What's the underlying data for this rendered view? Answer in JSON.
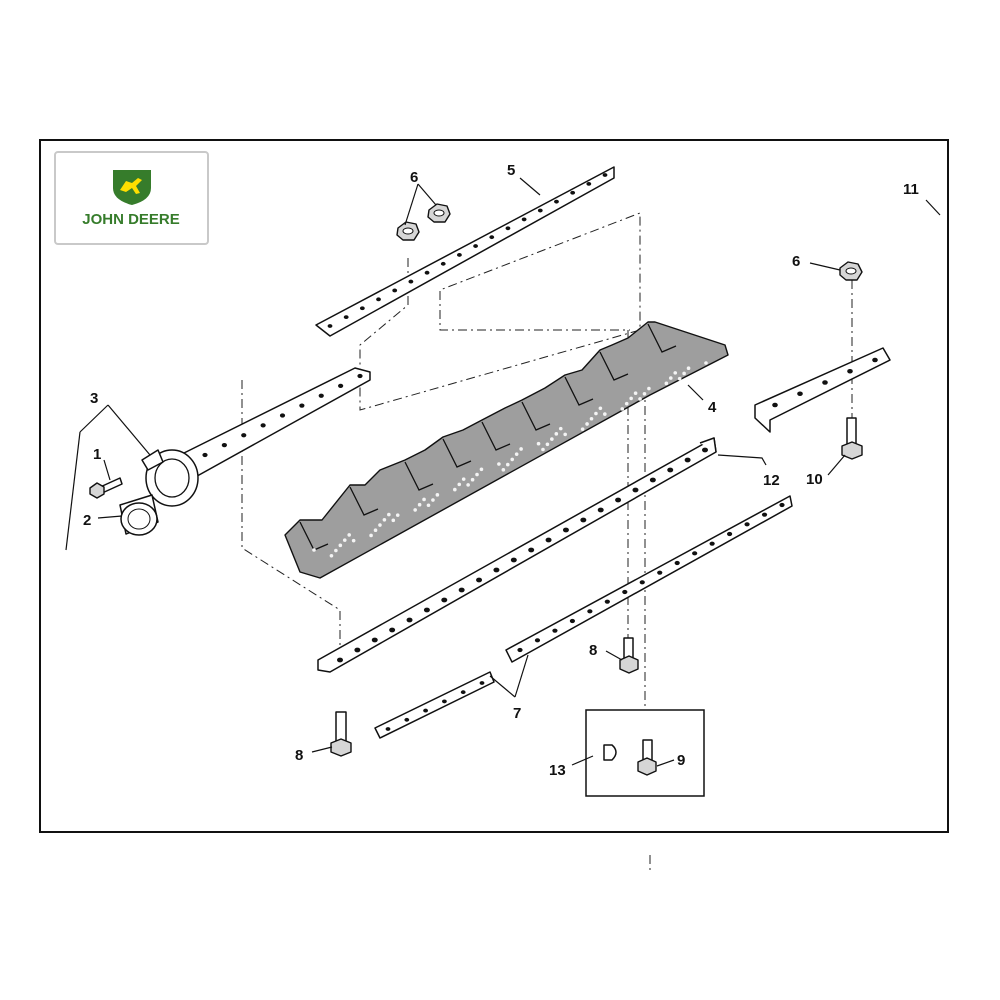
{
  "brand": {
    "name": "JOHN DEERE",
    "green": "#367c2b",
    "yellow": "#ffde00"
  },
  "callouts": [
    {
      "id": "c1",
      "label": "1"
    },
    {
      "id": "c2",
      "label": "2"
    },
    {
      "id": "c3",
      "label": "3"
    },
    {
      "id": "c4",
      "label": "4"
    },
    {
      "id": "c5",
      "label": "5"
    },
    {
      "id": "c6a",
      "label": "6"
    },
    {
      "id": "c6b",
      "label": "6"
    },
    {
      "id": "c7",
      "label": "7"
    },
    {
      "id": "c8a",
      "label": "8"
    },
    {
      "id": "c8b",
      "label": "8"
    },
    {
      "id": "c9",
      "label": "9"
    },
    {
      "id": "c10",
      "label": "10"
    },
    {
      "id": "c11",
      "label": "11"
    },
    {
      "id": "c12",
      "label": "12"
    },
    {
      "id": "c13",
      "label": "13"
    }
  ]
}
